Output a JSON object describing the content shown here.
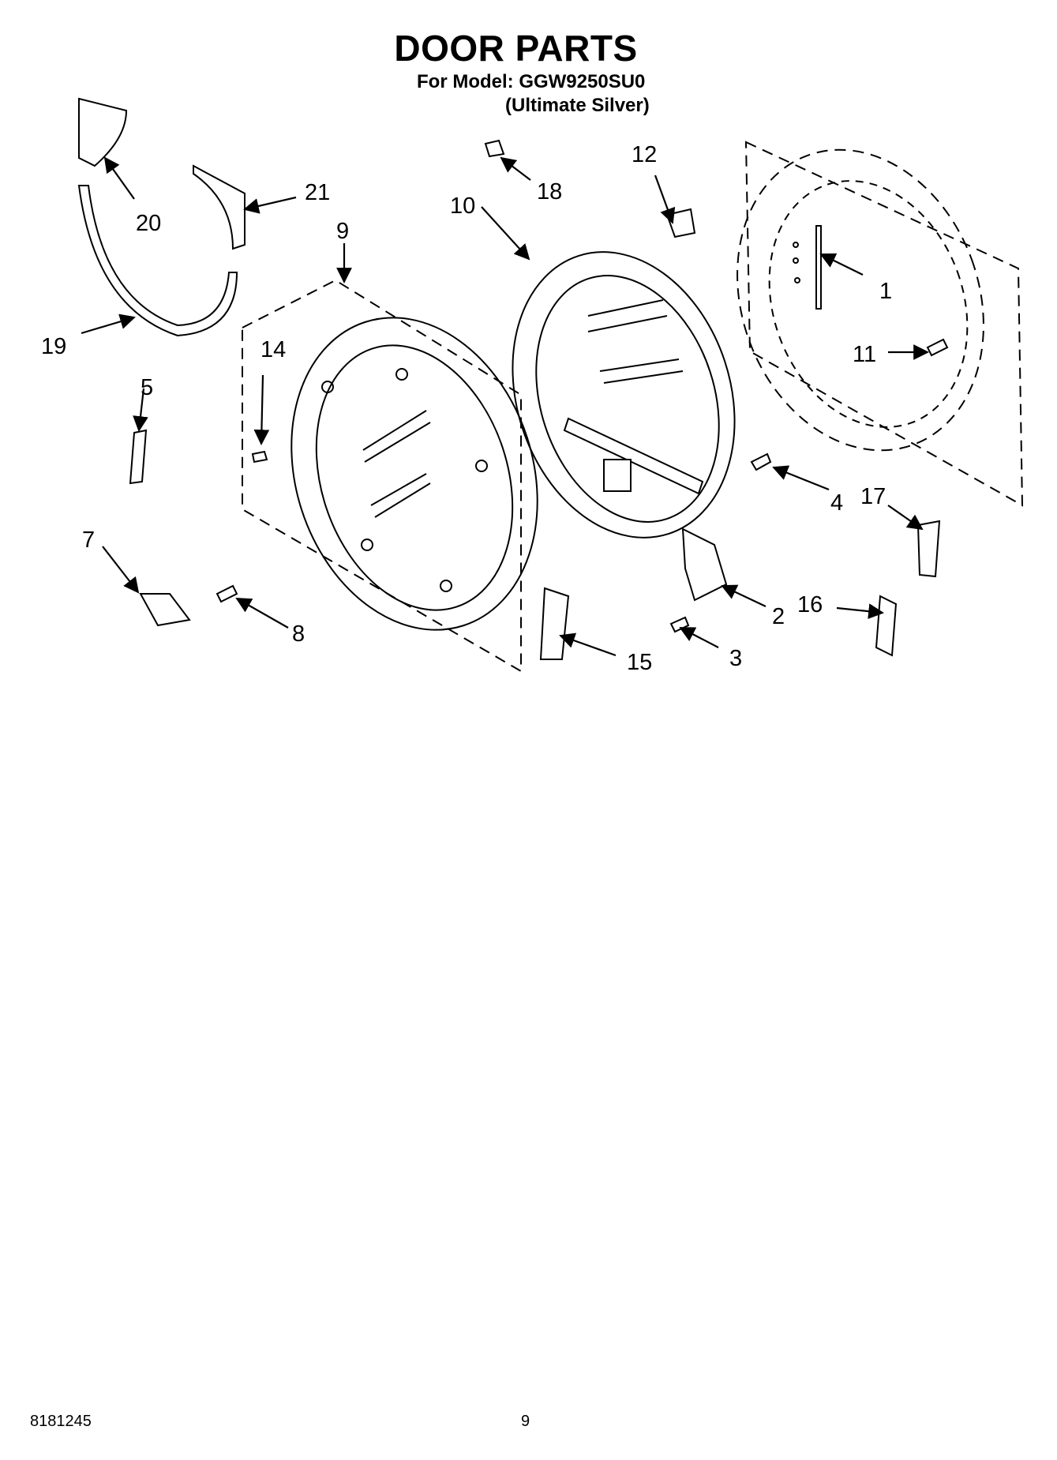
{
  "header": {
    "title": "DOOR PARTS",
    "model_line": "For Model: GGW9250SU0",
    "color_line": "(Ultimate Silver)"
  },
  "callouts": [
    "1",
    "2",
    "3",
    "4",
    "5",
    "7",
    "8",
    "9",
    "10",
    "11",
    "12",
    "14",
    "15",
    "16",
    "17",
    "18",
    "19",
    "20",
    "21"
  ],
  "footer": {
    "doc_number": "8181245",
    "page_number": "9"
  }
}
